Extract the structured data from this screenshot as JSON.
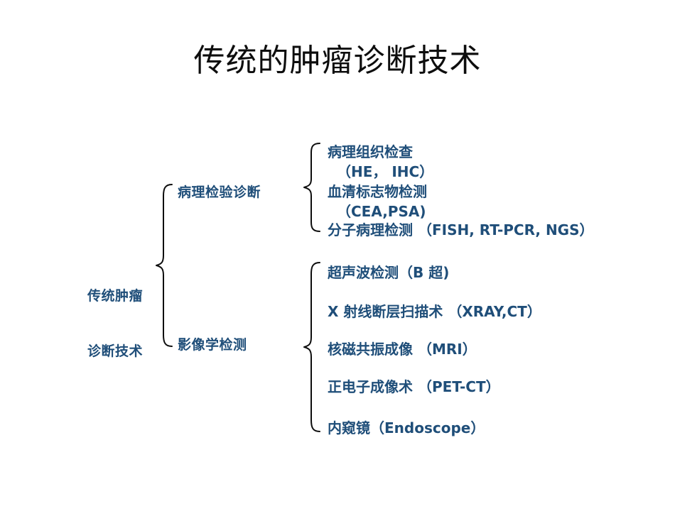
{
  "page": {
    "title": "传统的肿瘤诊断技术",
    "background_color": "#ffffff",
    "title_color": "#0d0d0d",
    "diagram_text_color": "#1F4E79",
    "brace_color": "#0d0d0d"
  },
  "diagram": {
    "type": "bracket-tree",
    "root": {
      "label_line1": "传统肿瘤",
      "label_line2": "诊断技术"
    },
    "branches": [
      {
        "label": "病理检验诊断",
        "items": [
          "病理组织检查",
          "（HE， IHC）",
          "血清标志物检测",
          "（CEA,PSA)",
          "分子病理检测 （FISH, RT-PCR, NGS）"
        ]
      },
      {
        "label": "影像学检测",
        "items": [
          "超声波检测（B 超)",
          "X 射线断层扫描术 （XRAY,CT）",
          "核磁共振成像 （MRI）",
          "正电子成像术 （PET-CT）",
          "内窥镜（Endoscope）"
        ]
      }
    ]
  }
}
